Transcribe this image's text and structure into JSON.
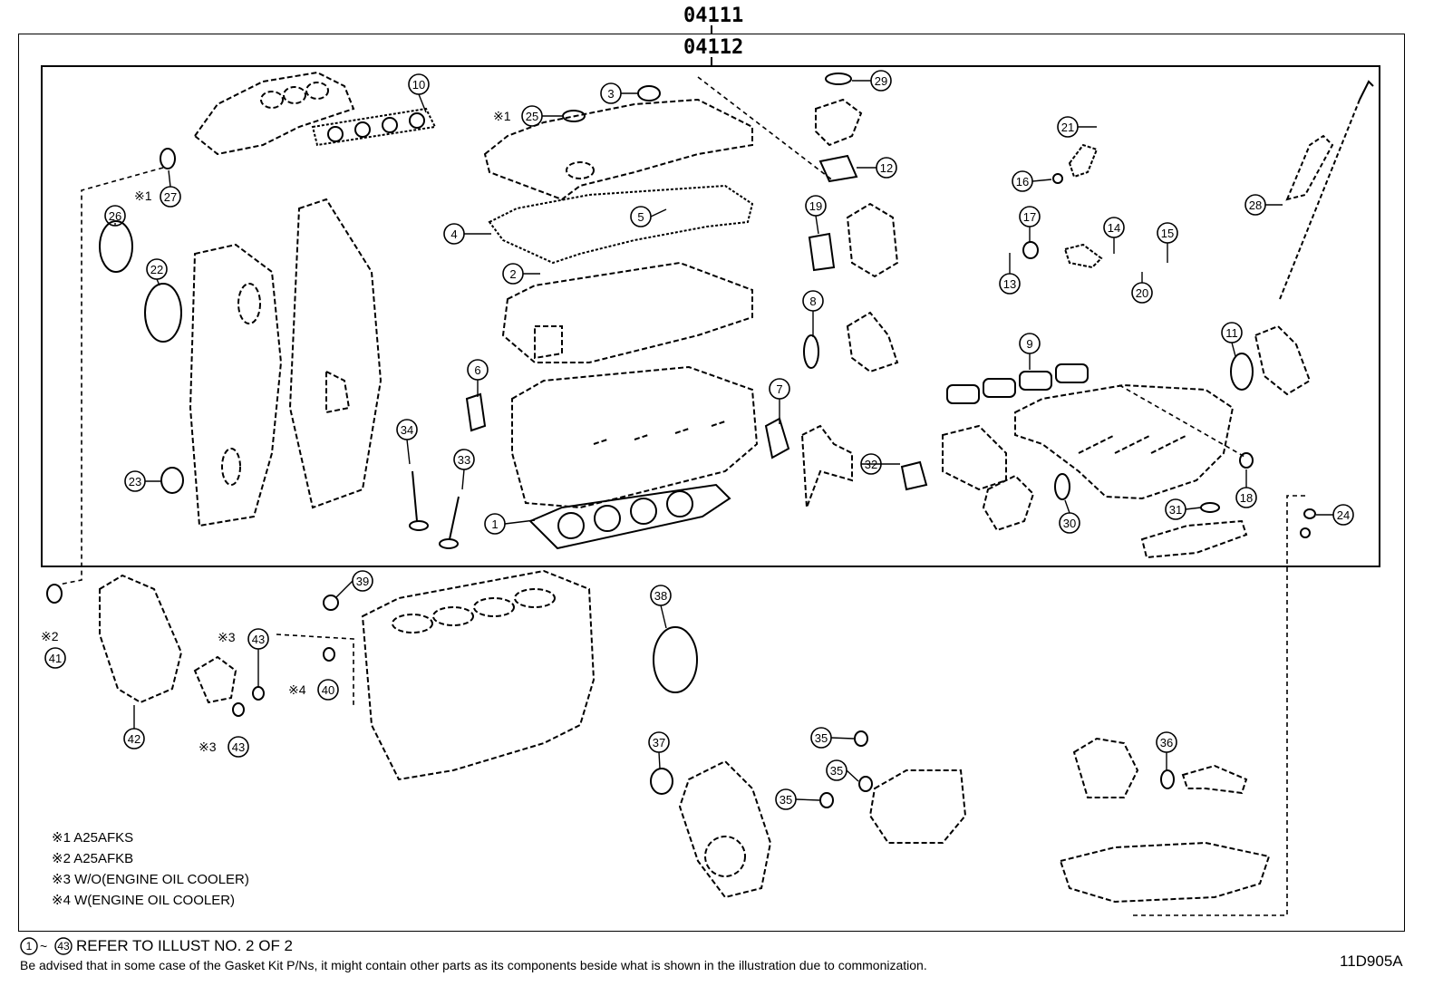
{
  "header": {
    "kit_code_outer": "04111",
    "kit_code_inner": "04112"
  },
  "callouts": [
    {
      "num": "1"
    },
    {
      "num": "2"
    },
    {
      "num": "3"
    },
    {
      "num": "4"
    },
    {
      "num": "5"
    },
    {
      "num": "6"
    },
    {
      "num": "7"
    },
    {
      "num": "8"
    },
    {
      "num": "9"
    },
    {
      "num": "10"
    },
    {
      "num": "11"
    },
    {
      "num": "12"
    },
    {
      "num": "13"
    },
    {
      "num": "14"
    },
    {
      "num": "15"
    },
    {
      "num": "16"
    },
    {
      "num": "17"
    },
    {
      "num": "18"
    },
    {
      "num": "19"
    },
    {
      "num": "20"
    },
    {
      "num": "21"
    },
    {
      "num": "22"
    },
    {
      "num": "23"
    },
    {
      "num": "24"
    },
    {
      "num": "25",
      "mark": "※1"
    },
    {
      "num": "26"
    },
    {
      "num": "27",
      "mark": "※1"
    },
    {
      "num": "28"
    },
    {
      "num": "29"
    },
    {
      "num": "30"
    },
    {
      "num": "31"
    },
    {
      "num": "32"
    },
    {
      "num": "33"
    },
    {
      "num": "34"
    },
    {
      "num": "35"
    },
    {
      "num": "35"
    },
    {
      "num": "35"
    },
    {
      "num": "36"
    },
    {
      "num": "37"
    },
    {
      "num": "38"
    },
    {
      "num": "39"
    },
    {
      "num": "40",
      "mark": "※4"
    },
    {
      "num": "41",
      "mark": "※2"
    },
    {
      "num": "42"
    },
    {
      "num": "43",
      "mark": "※3"
    },
    {
      "num": "43",
      "mark": "※3"
    }
  ],
  "notes": [
    "※1 A25AFKS",
    "※2 A25AFKB",
    "※3 W/O(ENGINE OIL COOLER)",
    "※4 W(ENGINE OIL COOLER)"
  ],
  "footer": {
    "range_start": "1",
    "range_end": "43",
    "range_text": "REFER TO ILLUST NO. 2 OF 2",
    "advisory": "Be advised that in some case of the Gasket Kit P/Ns,  it might contain other parts as its components beside what is shown in the illustration due to commonization.",
    "illustration_id": "11D905A"
  }
}
